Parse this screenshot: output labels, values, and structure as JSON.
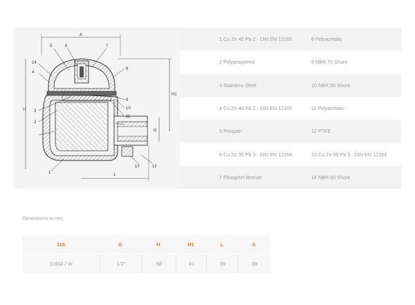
{
  "drawing": {
    "part_numbers": [
      "1",
      "2",
      "3",
      "4",
      "5",
      "6",
      "7",
      "8",
      "9",
      "10",
      "11",
      "12",
      "13",
      "14"
    ],
    "dimension_labels": [
      "A",
      "H",
      "H1",
      "G",
      "L"
    ]
  },
  "materials": [
    {
      "left": "1 Cu Zn 40 Pb 2 - DIN EN 12165",
      "right": "8 Polyacetalic"
    },
    {
      "left": "2 Polypropylene",
      "right": "9 NBR 70 Shore"
    },
    {
      "left": "3 Stainless Steel",
      "right": "10 NBR 50 Shore"
    },
    {
      "left": "4 Cu Zn 40 Pb 2 - DIN EN 12165",
      "right": "11 Polyacetalic"
    },
    {
      "left": "5 Prespan",
      "right": "12 PTFE"
    },
    {
      "left": "6 Cu Zn 39 Pb 3 - DIN EN 12164",
      "right": "13 Cu Zn 39 Pb 3 - DIN EN 12164"
    },
    {
      "left": "7 Phosphor Bronze",
      "right": "14 NBR 60 Shore"
    }
  ],
  "dimensions": {
    "caption": "Dimensions in mm",
    "headers": [
      "116",
      "G",
      "H",
      "H1",
      "L",
      "A"
    ],
    "rows": [
      [
        "11604 / W",
        "1/2\"",
        "58",
        "41",
        "39",
        "39"
      ]
    ]
  },
  "colors": {
    "accent": "#e8782a",
    "text_muted": "#9a9a9a",
    "panel": "#f4f4f4"
  }
}
